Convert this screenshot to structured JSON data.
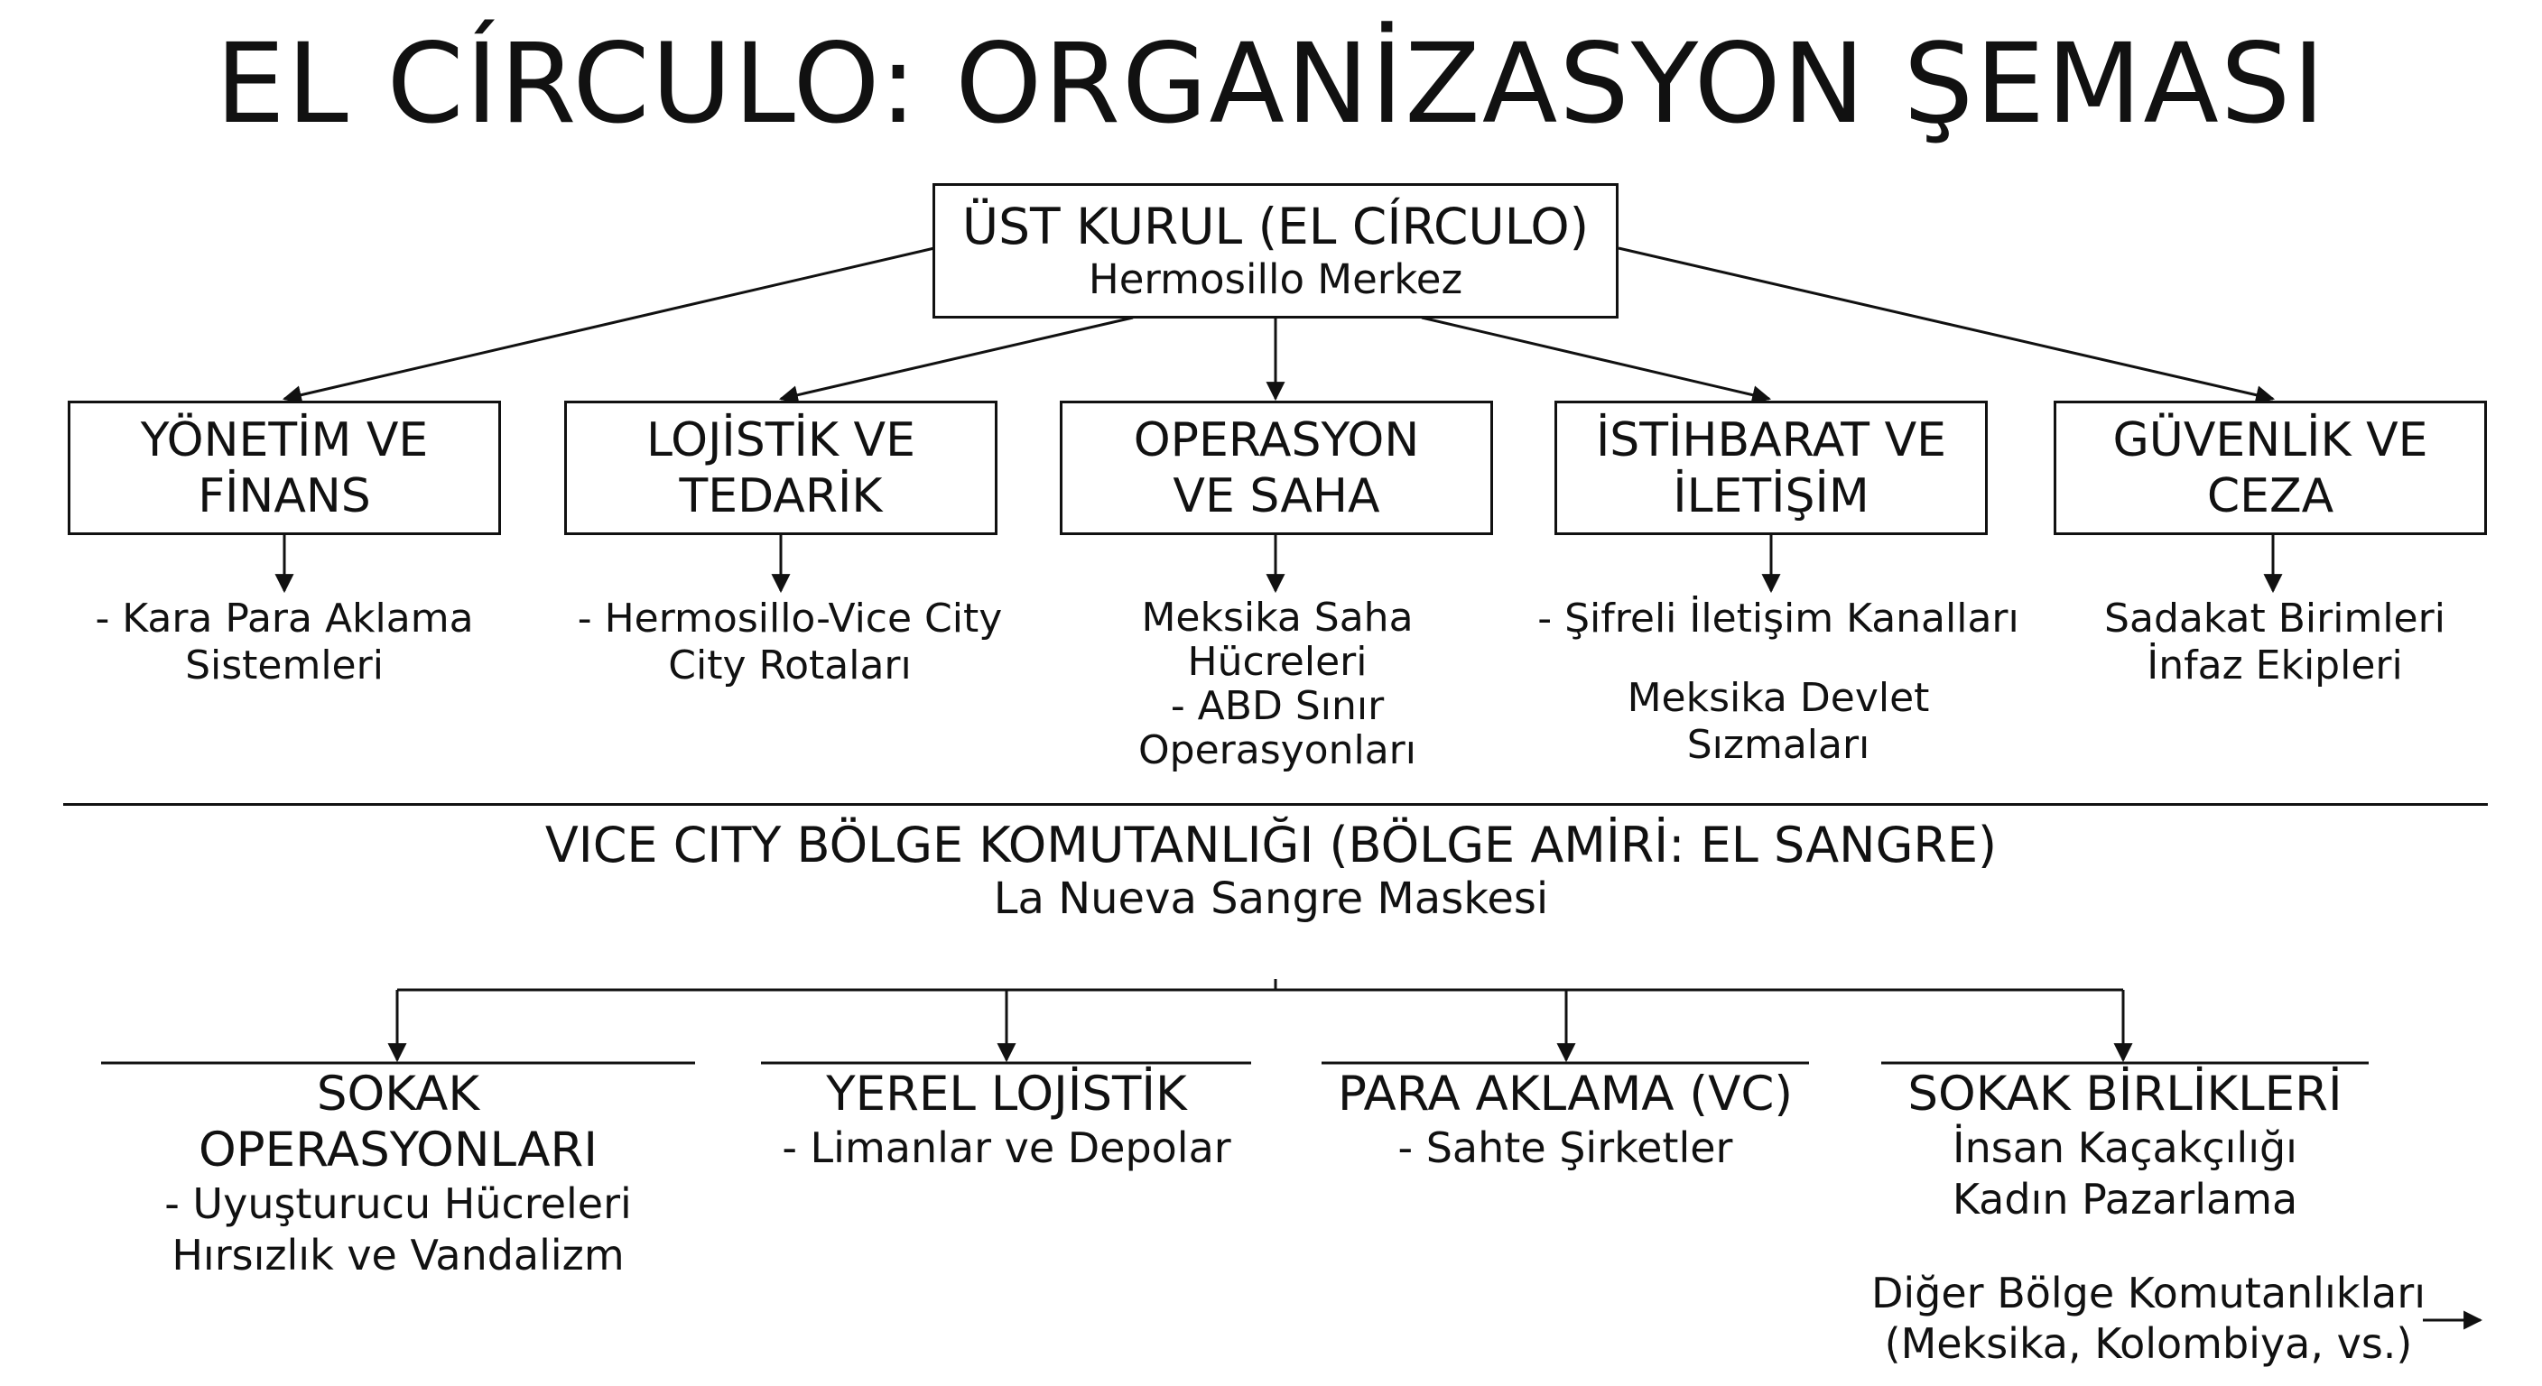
{
  "title": "EL CÍRCULO: ORGANİZASYON ŞEMASI",
  "root": {
    "title": "ÜST KURUL (EL CÍRCULO)",
    "subtitle": "Hermosillo Merkez"
  },
  "departments": [
    {
      "name_lines": [
        "YÖNETİM VE",
        "FİNANS"
      ],
      "items": [
        "- Kara Para Aklama",
        "Sistemleri"
      ]
    },
    {
      "name_lines": [
        "LOJİSTİK VE",
        "TEDARİK"
      ],
      "items": [
        "- Hermosillo-Vice City",
        "City Rotaları"
      ]
    },
    {
      "name_lines": [
        "OPERASYON",
        "VE SAHA"
      ],
      "items": [
        "Meksika Saha",
        "Hücreleri",
        "- ABD Sınır",
        "Operasyonları"
      ]
    },
    {
      "name_lines": [
        "İSTİHBARAT VE",
        "İLETİŞİM"
      ],
      "items": [
        "- Şifreli İletişim Kanalları",
        "Meksika Devlet",
        "Sızmaları"
      ]
    },
    {
      "name_lines": [
        "GÜVENLİK VE",
        "CEZA"
      ],
      "items": [
        "Sadakat Birimleri",
        "İnfaz Ekipleri"
      ]
    }
  ],
  "regional": {
    "title": "VICE CITY BÖLGE KOMUTANLIĞI (BÖLGE AMİRİ: EL SANGRE)",
    "subtitle": "La Nueva Sangre Maskesi"
  },
  "units": [
    {
      "name": "SOKAK OPERASYONLARI",
      "items": [
        "- Uyuşturucu Hücreleri",
        "Hırsızlık ve Vandalizm"
      ]
    },
    {
      "name": "YEREL LOJİSTİK",
      "items": [
        "- Limanlar ve Depolar"
      ]
    },
    {
      "name": "PARA AKLAMA (VC)",
      "items": [
        "- Sahte Şirketler"
      ]
    },
    {
      "name": "SOKAK BİRLİKLERİ",
      "items": [
        "İnsan Kaçakçılığı",
        "Kadın Pazarlama"
      ]
    }
  ],
  "other_commands": {
    "line1": "Diğer Bölge Komutanlıkları",
    "line2": "(Meksika, Kolombiya, vs.)"
  }
}
